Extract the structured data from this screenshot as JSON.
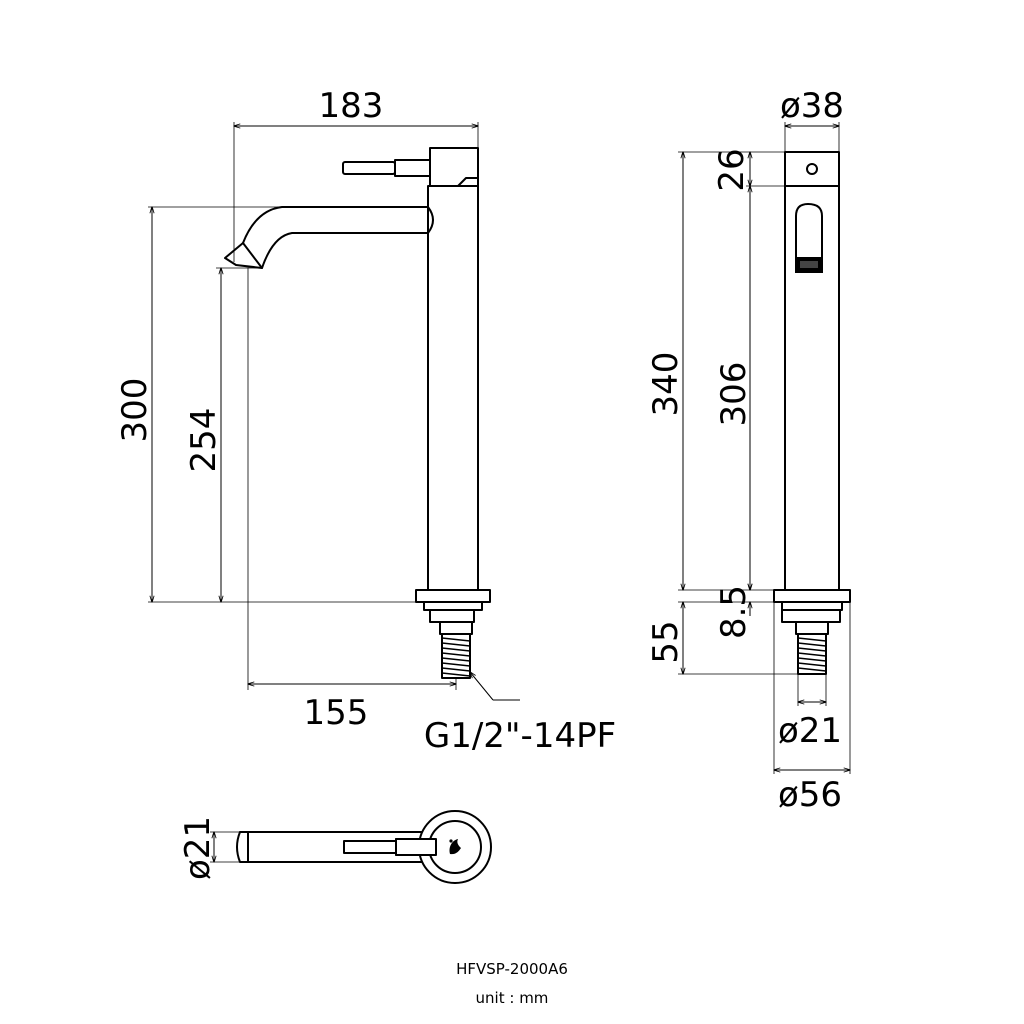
{
  "drawing": {
    "model": "HFVSP-2000A6",
    "unit_label": "unit : mm",
    "thread_spec": "G1/2\"-14PF",
    "dimensions": {
      "overall_reach": "183",
      "overall_height": "300",
      "spout_clearance": "254",
      "spout_projection": "155",
      "lever_diameter": "ø38",
      "lever_height": "26",
      "body_height": "340",
      "body_lower_height": "306",
      "flange_thickness": "8.5",
      "shank_length": "55",
      "shank_diameter": "ø21",
      "base_diameter": "ø56",
      "spout_diameter": "ø21"
    }
  }
}
